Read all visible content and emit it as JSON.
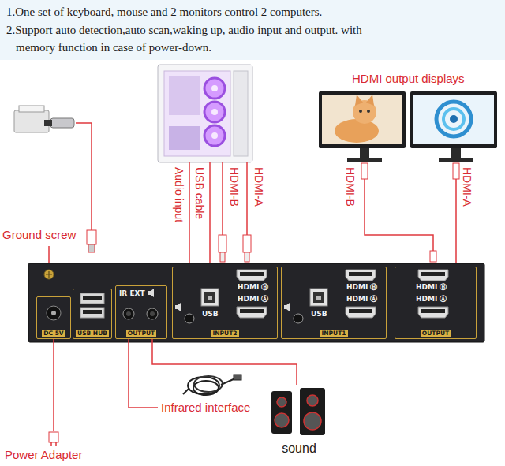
{
  "diagram": {
    "nodes": [
      {
        "text": [
          "DC 5V"
        ]
      },
      {
        "text": [
          "USB HUB"
        ]
      },
      {
        "text": [
          "IR EXT",
          "OUTPUT"
        ]
      },
      {
        "text": [
          "USB",
          "HDMI Ⓑ",
          "HDMI Ⓐ",
          "INPUT2"
        ]
      },
      {
        "text": [
          "USB",
          "HDMI Ⓑ",
          "HDMI Ⓐ",
          "INPUT1"
        ]
      },
      {
        "text": [
          "HDMI Ⓑ",
          "HDMI Ⓐ",
          "OUTPUT"
        ]
      },
      {
        "text": [
          "Infrared interface"
        ]
      },
      {
        "text": [
          "sound"
        ]
      },
      {
        "text": [
          "Power Adapter"
        ]
      }
    ],
    "edges": [
      {
        "from": 2,
        "to": 6,
        "arrow": "none"
      },
      {
        "from": 2,
        "to": 7,
        "arrow": "none"
      },
      {
        "from": 0,
        "to": 8,
        "arrow": "none"
      }
    ],
    "labels": [
      "1.One set of keyboard, mouse and 2 monitors control 2 computers.",
      "2.Support auto detection,auto scan,waking up, audio input and output. with memory function in case of power-down.",
      "HDMI output displays",
      "Audio input",
      "USB cable",
      "HDMI-B",
      "HDMI-A",
      "HDMI-B",
      "HDMI-A",
      "Ground screw"
    ]
  }
}
